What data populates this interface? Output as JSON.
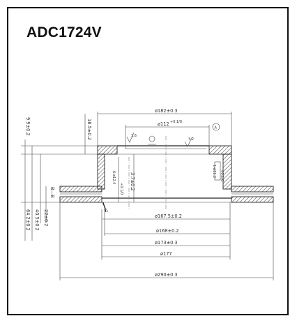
{
  "title": "ADC1724V",
  "dimensions": {
    "d182": "ø182±0.3",
    "d112": "ø112",
    "d112_tol": "+0.1/0",
    "d1675": "ø167.5±0.2",
    "d168": "ø168±0.2",
    "d173": "ø173±0.3",
    "d177": "ø177",
    "d290": "ø290±0.3",
    "h99": "9.9±0.2",
    "h185": "18.5±0.2",
    "h22": "22±0.2",
    "h405": "40.5±0.2",
    "h642": "64.2±0.2",
    "holes": "6-ø12.4",
    "holes_tol": "+0.1/0",
    "t37": "3.7±0.2",
    "right_dim": "1-ø11.2",
    "right_tol": "+0.1/0",
    "section": "B—B",
    "datum": "A",
    "roughness_1": "1.6",
    "roughness_2": "3.2"
  }
}
